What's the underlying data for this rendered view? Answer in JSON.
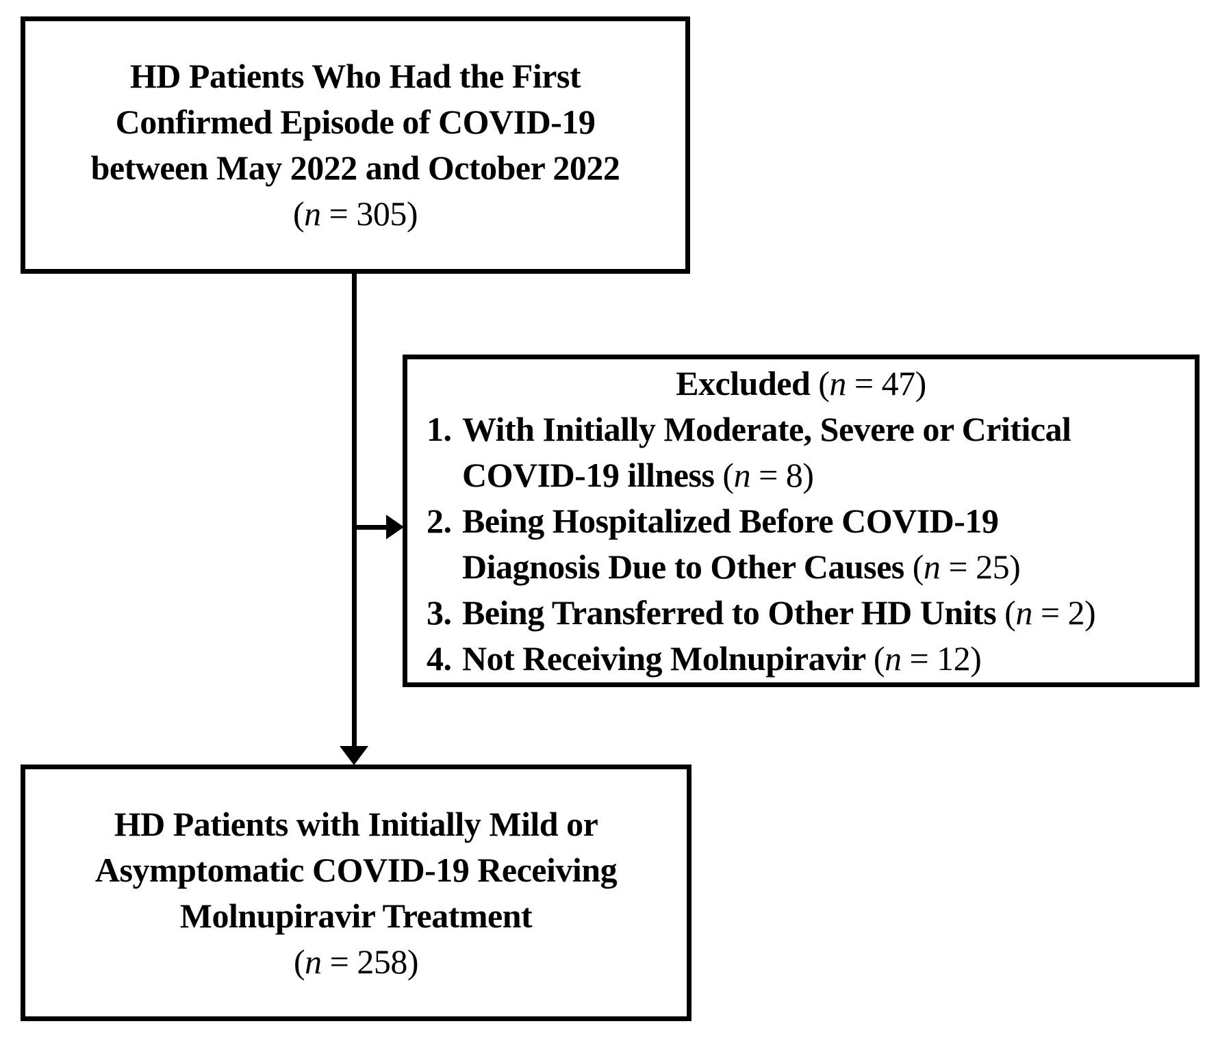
{
  "colors": {
    "ink": "#000000",
    "background": "#ffffff"
  },
  "top_box": {
    "lines": [
      "HD Patients Who Had the First",
      "Confirmed Episode of COVID-19",
      "between May 2022 and October 2022"
    ],
    "count_open": "(",
    "count_n": "n",
    "count_rest": " = 305)"
  },
  "excluded_box": {
    "title_label": "Excluded ",
    "count_open": "(",
    "count_n": "n",
    "count_rest": " = 47)",
    "items": [
      {
        "num": "1.",
        "line1": "With Initially Moderate, Severe or Critical",
        "line2": "COVID-19 illness ",
        "count_open": "(",
        "count_n": "n",
        "count_rest": " = 8)"
      },
      {
        "num": "2.",
        "line1": "Being Hospitalized Before COVID-19",
        "line2": "Diagnosis Due to Other Causes ",
        "count_open": "(",
        "count_n": "n",
        "count_rest": " = 25)"
      },
      {
        "num": "3.",
        "line1": "Being Transferred to Other HD Units ",
        "count_open": "(",
        "count_n": "n",
        "count_rest": " = 2)"
      },
      {
        "num": "4.",
        "line1": "Not Receiving Molnupiravir ",
        "count_open": "(",
        "count_n": "n",
        "count_rest": " = 12)"
      }
    ]
  },
  "bottom_box": {
    "lines": [
      "HD Patients with Initially Mild or",
      "Asymptomatic COVID-19 Receiving",
      "Molnupiravir Treatment"
    ],
    "count_open": "(",
    "count_n": "n",
    "count_rest": " = 258)"
  }
}
